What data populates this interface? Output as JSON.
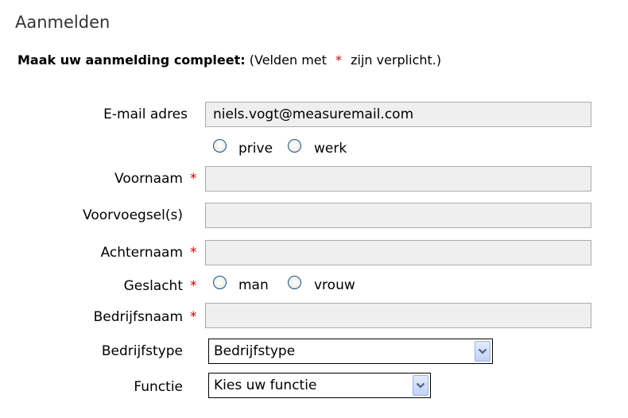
{
  "header": {
    "title": "Aanmelden"
  },
  "intro": {
    "bold": "Maak uw aanmelding compleet:",
    "pre": "(Velden met",
    "star": "*",
    "post": "zijn verplicht.)"
  },
  "form": {
    "required_mark": "*",
    "email": {
      "label": "E-mail adres",
      "value": "niels.vogt@measuremail.com"
    },
    "email_type": {
      "options": [
        "prive",
        "werk"
      ],
      "selected": null
    },
    "voornaam": {
      "label": "Voornaam",
      "value": ""
    },
    "voorvoegsels": {
      "label": "Voorvoegsel(s)",
      "value": ""
    },
    "achternaam": {
      "label": "Achternaam",
      "value": ""
    },
    "geslacht": {
      "label": "Geslacht",
      "options": [
        "man",
        "vrouw"
      ],
      "selected": null
    },
    "bedrijfsnaam": {
      "label": "Bedrijfsnaam",
      "value": ""
    },
    "bedrijfstype": {
      "label": "Bedrijfstype",
      "selected": "Bedrijfstype"
    },
    "functie": {
      "label": "Functie",
      "selected": "Kies uw functie"
    }
  },
  "icons": {
    "dropdown": "chevron-down-icon",
    "radio": "radio-icon"
  }
}
